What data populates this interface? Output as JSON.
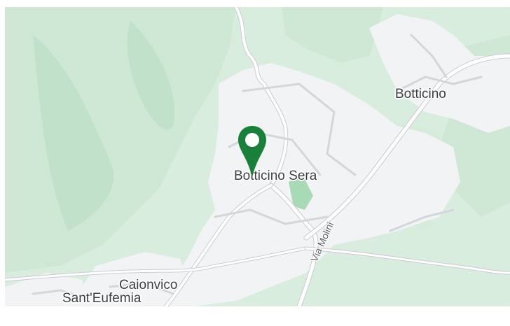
{
  "map": {
    "colors": {
      "forest": "#cfe8d6",
      "forest_dark": "#bfe0c8",
      "urban": "#f1f3f4",
      "road": "#ffffff",
      "road_edge": "#c9ccd1",
      "park": "#a8dab5",
      "marker": "#188038"
    },
    "places": {
      "botticino": "Botticino",
      "botticino_sera": "Botticino Sera",
      "caionvico": "Caionvico",
      "sant_eufemia": "Sant'Eufemia"
    },
    "roads": {
      "via_molini": "Via Molini"
    },
    "marker": {
      "icon": "map-pin-icon",
      "place": "Botticino Sera"
    }
  }
}
